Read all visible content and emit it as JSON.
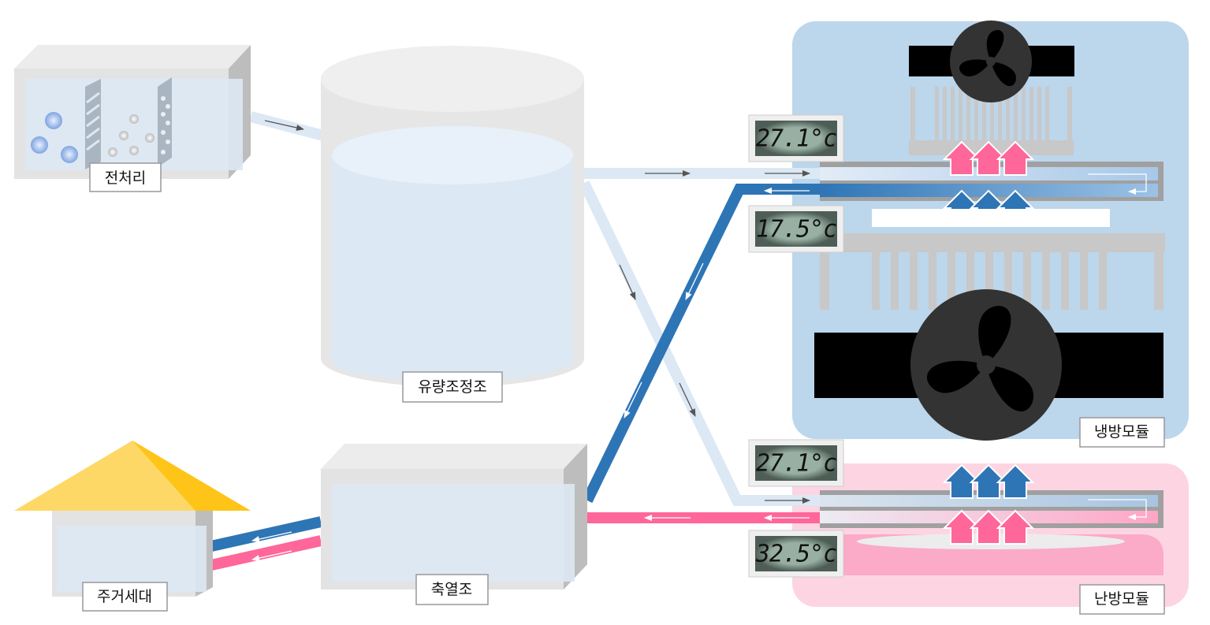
{
  "labels": {
    "pretreatment": "전처리",
    "flow_tank": "유량조정조",
    "thermal_storage": "축열조",
    "residence": "주거세대",
    "cooling_module": "냉방모듈",
    "heating_module": "난방모듈"
  },
  "temperatures": {
    "cooling_inlet": "27.1°c",
    "cooling_outlet": "17.5°c",
    "heating_inlet": "27.1°c",
    "heating_outlet": "32.5°c"
  },
  "colors": {
    "cold_pipe": "#2e75b6",
    "hot_pipe": "#ff6699",
    "water": "#dce8f4",
    "cooling_bg": "#bcd6ec",
    "heating_bg": "#fdd5e2"
  }
}
